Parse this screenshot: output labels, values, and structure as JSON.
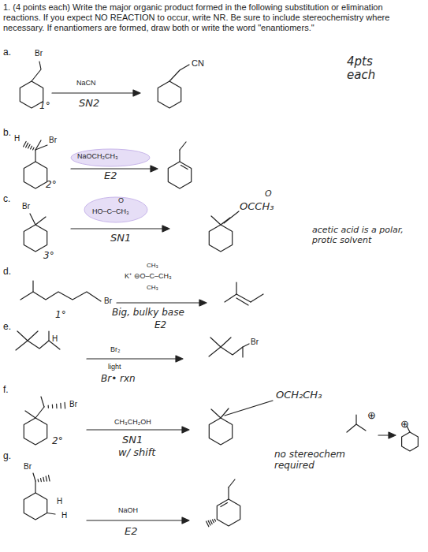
{
  "diagram": {
    "title": "1. (4 points each) Write the major organic product formed in the following substitution or elimination reactions. If you expect NO REACTION to occur, write NR. Be sure to include stereochemistry where necessary. If enantiomers are formed, draw both or write the word \"enantiomers.\"",
    "labels": [
      "a.",
      "Br",
      "NaCN",
      "1°",
      "SN2",
      "CN",
      "4pts each",
      "b.",
      "H",
      "Br",
      "NaOCH₂CH₃",
      "2°",
      "E2",
      "c.",
      "Br",
      "O",
      "HO–C–CH₃",
      "SN1",
      "3°",
      "O",
      "OCCH₃",
      "acetic acid is a polar, protic solvent",
      "d.",
      "CH₃",
      "K⁺ ⊖O–C–CH₃",
      "CH₃",
      "Br",
      "1°",
      "Big, bulky base",
      "E2",
      "e.",
      "H",
      "Br₂",
      "light",
      "Br• rxn",
      "Br",
      "f.",
      "Br",
      "2°",
      "CH₃CH₂OH",
      "SN1",
      "w/ shift",
      "OCH₂CH₃",
      "no stereochem required",
      "⊕",
      "⊕",
      "g.",
      "Br",
      "H",
      "H",
      "NaOH",
      "E2"
    ]
  }
}
